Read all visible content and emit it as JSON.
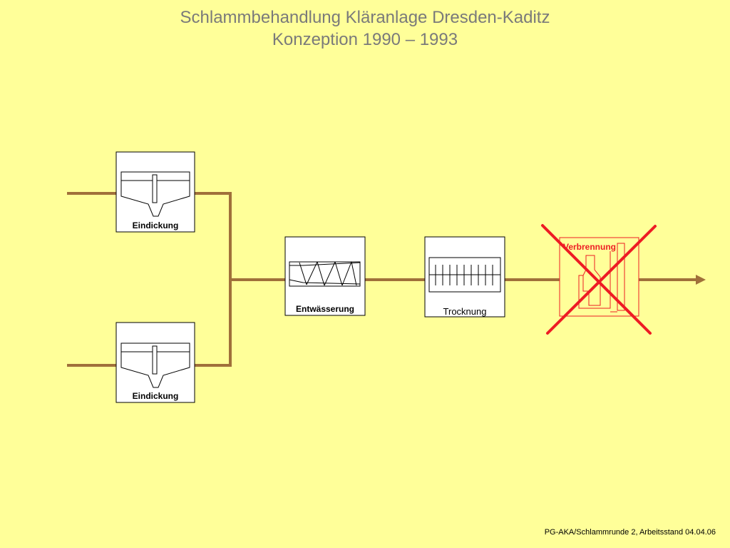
{
  "title": {
    "line1": "Schlammbehandlung Kläranlage Dresden-Kaditz",
    "line2": "Konzeption 1990 – 1993"
  },
  "process_steps": {
    "thickening_top": "Eindickung",
    "thickening_bottom": "Eindickung",
    "dewatering": "Entwässerung",
    "drying": "Trocknung",
    "incineration": "Verbrennung"
  },
  "incineration_crossed_out": true,
  "colors": {
    "background": "#ffff99",
    "pipe": "#a0703a",
    "cross": "#ee1c24",
    "title": "#7a7a7a"
  },
  "footer": "PG-AKA/Schlammrunde 2, Arbeitsstand 04.04.06"
}
